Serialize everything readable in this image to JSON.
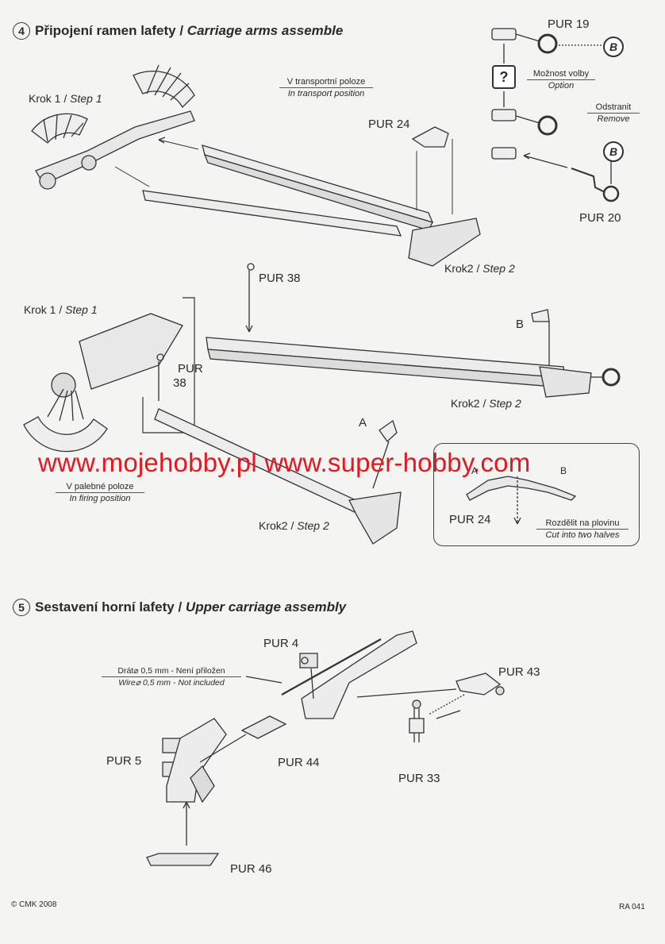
{
  "section4": {
    "number": "4",
    "title_cz": "Připojení ramen lafety /",
    "title_en": "Carriage arms assemble"
  },
  "section5": {
    "number": "5",
    "title_cz": "Sestavení horní  lafety /",
    "title_en": "Upper  carriage assembly"
  },
  "labels": {
    "step1_top_cz": "Krok 1 /",
    "step1_top_en": "Step 1",
    "transport_cz": "V transportní poloze",
    "transport_en": "In transport position",
    "step2_top_cz": "Krok2 /",
    "step2_top_en": "Step 2",
    "step1_mid_cz": "Krok 1 /",
    "step1_mid_en": "Step 1",
    "step2_mid_cz": "Krok2 /",
    "step2_mid_en": "Step 2",
    "firing_cz": "V palebné poloze",
    "firing_en": "In firing position",
    "step2_bot_cz": "Krok2 /",
    "step2_bot_en": "Step 2",
    "option_cz": "Možnost volby",
    "option_en": "Option",
    "remove_cz": "Odstranit",
    "remove_en": "Remove",
    "cut_cz": "Rozdělit na plovinu",
    "cut_en": "Cut into two halves",
    "wire_cz": "Drát⌀ 0,5 mm  - Není přiložen",
    "wire_en": "Wire⌀  0,5 mm - Not included",
    "letter_a": "A",
    "letter_b": "B",
    "letter_a_cut": "A",
    "letter_b_cut": "B",
    "question": "?",
    "badge_b1": "B",
    "badge_b2": "B"
  },
  "parts": {
    "pur19": "PUR 19",
    "pur20": "PUR 20",
    "pur24_top": "PUR 24",
    "pur38_a": "PUR 38",
    "pur38_b1": "PUR",
    "pur38_b2": "38",
    "pur24_cut": "PUR 24",
    "pur4": "PUR 4",
    "pur43": "PUR 43",
    "pur5": "PUR 5",
    "pur44": "PUR 44",
    "pur33": "PUR 33",
    "pur46": "PUR 46"
  },
  "watermark": "www.mojehobby.pl www.super-hobby.com",
  "footer": {
    "copyright": "©  CMK 2008",
    "code": "RA 041"
  },
  "colors": {
    "watermark": "#e8171d",
    "background": "#f4f4f2",
    "ink": "#2a2a2a"
  }
}
